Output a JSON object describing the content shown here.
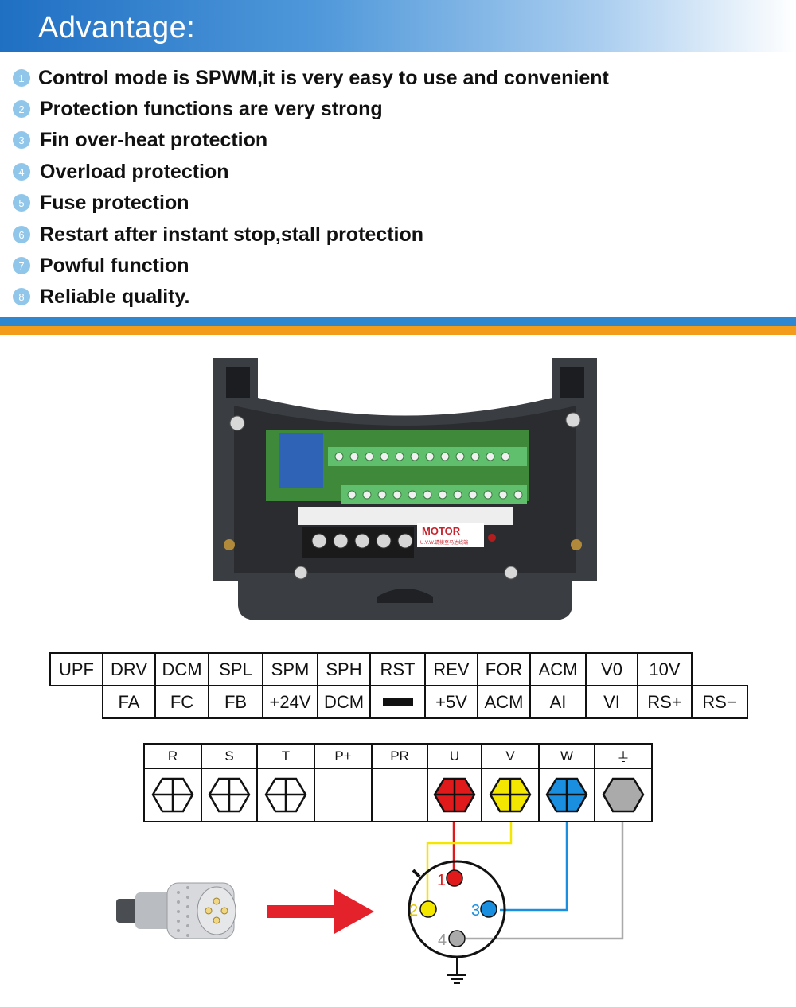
{
  "header": {
    "title": "Advantage:"
  },
  "features": [
    {
      "num": "1",
      "text": "Control mode is SPWM,it is very easy to use and convenient"
    },
    {
      "num": "2",
      "text": "Protection functions are very strong"
    },
    {
      "num": "3",
      "text": "Fin over-heat protection"
    },
    {
      "num": "4",
      "text": "Overload protection"
    },
    {
      "num": "5",
      "text": "Fuse protection"
    },
    {
      "num": "6",
      "text": "Restart after instant stop,stall protection"
    },
    {
      "num": "7",
      "text": "Powful function"
    },
    {
      "num": "8",
      "text": "Reliable quality."
    }
  ],
  "device": {
    "motor_label": "MOTOR",
    "motor_sublabel": "U.V.W.请接至马达线端"
  },
  "control_terminals": {
    "top_row": [
      "UPF",
      "DRV",
      "DCM",
      "SPL",
      "SPM",
      "SPH",
      "RST",
      "REV",
      "FOR",
      "ACM",
      "V0",
      "10V"
    ],
    "bottom_row": [
      "FA",
      "FC",
      "FB",
      "+24V",
      "DCM",
      "",
      "+5V",
      "ACM",
      "AI",
      "VI",
      "RS+",
      "RS−"
    ]
  },
  "power_terminals": {
    "labels": [
      "R",
      "S",
      "T",
      "P+",
      "PR",
      "U",
      "V",
      "W",
      "⏚"
    ],
    "colors": {
      "U": "#e01a1a",
      "V": "#f3e600",
      "W": "#1a8fe0",
      "GND": "#aaaaaa"
    }
  },
  "plug_pins": [
    {
      "num": "1",
      "color": "#e01a1a"
    },
    {
      "num": "2",
      "color": "#f3e600"
    },
    {
      "num": "3",
      "color": "#1a8fe0"
    },
    {
      "num": "4",
      "color": "#aaaaaa"
    }
  ],
  "icons": {
    "arrow": "right-arrow-icon",
    "ground": "ground-icon",
    "connector": "aviation-connector-icon"
  }
}
